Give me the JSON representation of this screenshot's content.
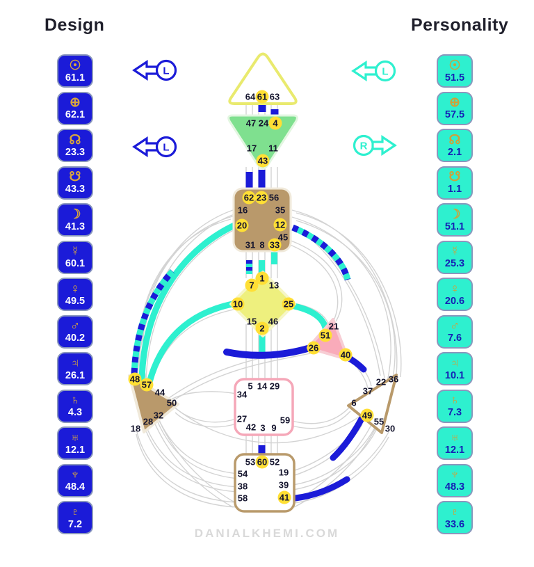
{
  "header": {
    "design_title": "Design",
    "personality_title": "Personality"
  },
  "footer": {
    "watermark": "DANIALKHEMI.COM"
  },
  "colors": {
    "design_blue": "#1b1bd8",
    "personality_cyan": "#2ef0cf",
    "gate_highlight": "#ffdf35",
    "throat_fill": "#b9996b",
    "ajna_fill": "#7fe08f",
    "g_fill": "#eef07e",
    "heart_fill": "#f9abba",
    "spleen_fill": "#b9996b",
    "head_outline": "#e9ea6e",
    "sacral_outline": "#f5a7b8",
    "root_outline": "#b99a6b"
  },
  "arrows": {
    "design": [
      {
        "label": "L",
        "direction": "left"
      },
      {
        "label": "L",
        "direction": "left"
      }
    ],
    "personality": [
      {
        "label": "L",
        "direction": "left"
      },
      {
        "label": "R",
        "direction": "right"
      }
    ]
  },
  "design_column": {
    "planets": [
      {
        "name": "sun",
        "glyph": "☉",
        "value": "61.1"
      },
      {
        "name": "earth",
        "glyph": "⊕",
        "value": "62.1"
      },
      {
        "name": "north-node",
        "glyph": "☊",
        "value": "23.3"
      },
      {
        "name": "south-node",
        "glyph": "☋",
        "value": "43.3"
      },
      {
        "name": "moon",
        "glyph": "☽",
        "value": "41.3"
      },
      {
        "name": "mercury",
        "glyph": "☿",
        "value": "60.1"
      },
      {
        "name": "venus",
        "glyph": "♀",
        "value": "49.5"
      },
      {
        "name": "mars",
        "glyph": "♂",
        "value": "40.2"
      },
      {
        "name": "jupiter",
        "glyph": "♃",
        "value": "26.1"
      },
      {
        "name": "saturn",
        "glyph": "♄",
        "value": "4.3"
      },
      {
        "name": "uranus",
        "glyph": "♅",
        "value": "12.1"
      },
      {
        "name": "neptune",
        "glyph": "♆",
        "value": "48.4"
      },
      {
        "name": "pluto",
        "glyph": "♇",
        "value": "7.2"
      }
    ]
  },
  "personality_column": {
    "planets": [
      {
        "name": "sun",
        "glyph": "☉",
        "value": "51.5"
      },
      {
        "name": "earth",
        "glyph": "⊕",
        "value": "57.5"
      },
      {
        "name": "north-node",
        "glyph": "☊",
        "value": "2.1"
      },
      {
        "name": "south-node",
        "glyph": "☋",
        "value": "1.1"
      },
      {
        "name": "moon",
        "glyph": "☽",
        "value": "51.1"
      },
      {
        "name": "mercury",
        "glyph": "☿",
        "value": "25.3"
      },
      {
        "name": "venus",
        "glyph": "♀",
        "value": "20.6"
      },
      {
        "name": "mars",
        "glyph": "♂",
        "value": "7.6"
      },
      {
        "name": "jupiter",
        "glyph": "♃",
        "value": "10.1"
      },
      {
        "name": "saturn",
        "glyph": "♄",
        "value": "7.3"
      },
      {
        "name": "uranus",
        "glyph": "♅",
        "value": "12.1"
      },
      {
        "name": "neptune",
        "glyph": "♆",
        "value": "48.3"
      },
      {
        "name": "pluto",
        "glyph": "♇",
        "value": "33.6"
      }
    ]
  },
  "graph": {
    "centers": {
      "head": {
        "gates": [
          {
            "n": "64",
            "active": false
          },
          {
            "n": "61",
            "active": true
          },
          {
            "n": "63",
            "active": false
          }
        ]
      },
      "ajna": {
        "gates": [
          {
            "n": "47",
            "active": false
          },
          {
            "n": "24",
            "active": false
          },
          {
            "n": "4",
            "active": true
          },
          {
            "n": "17",
            "active": false
          },
          {
            "n": "11",
            "active": false
          },
          {
            "n": "43",
            "active": true
          }
        ]
      },
      "throat": {
        "gates": [
          {
            "n": "62",
            "active": true
          },
          {
            "n": "23",
            "active": true
          },
          {
            "n": "56",
            "active": false
          },
          {
            "n": "16",
            "active": false
          },
          {
            "n": "35",
            "active": false
          },
          {
            "n": "20",
            "active": true
          },
          {
            "n": "12",
            "active": true
          },
          {
            "n": "45",
            "active": false
          },
          {
            "n": "31",
            "active": false
          },
          {
            "n": "8",
            "active": false
          },
          {
            "n": "33",
            "active": true
          }
        ]
      },
      "g": {
        "gates": [
          {
            "n": "1",
            "active": true
          },
          {
            "n": "7",
            "active": true
          },
          {
            "n": "13",
            "active": false
          },
          {
            "n": "10",
            "active": true
          },
          {
            "n": "25",
            "active": true
          },
          {
            "n": "15",
            "active": false
          },
          {
            "n": "46",
            "active": false
          },
          {
            "n": "2",
            "active": true
          }
        ]
      },
      "heart": {
        "gates": [
          {
            "n": "21",
            "active": false
          },
          {
            "n": "51",
            "active": true
          },
          {
            "n": "26",
            "active": true
          },
          {
            "n": "40",
            "active": true
          }
        ]
      },
      "spleen": {
        "gates": [
          {
            "n": "48",
            "active": true
          },
          {
            "n": "57",
            "active": true
          },
          {
            "n": "44",
            "active": false
          },
          {
            "n": "50",
            "active": false
          },
          {
            "n": "32",
            "active": false
          },
          {
            "n": "28",
            "active": false
          },
          {
            "n": "18",
            "active": false
          }
        ]
      },
      "solar_plexus": {
        "gates": [
          {
            "n": "36",
            "active": false
          },
          {
            "n": "22",
            "active": false
          },
          {
            "n": "37",
            "active": false
          },
          {
            "n": "6",
            "active": false
          },
          {
            "n": "49",
            "active": true
          },
          {
            "n": "55",
            "active": false
          },
          {
            "n": "30",
            "active": false
          }
        ]
      },
      "sacral": {
        "gates": [
          {
            "n": "5",
            "active": false
          },
          {
            "n": "14",
            "active": false
          },
          {
            "n": "29",
            "active": false
          },
          {
            "n": "34",
            "active": false
          },
          {
            "n": "27",
            "active": false
          },
          {
            "n": "59",
            "active": false
          },
          {
            "n": "42",
            "active": false
          },
          {
            "n": "3",
            "active": false
          },
          {
            "n": "9",
            "active": false
          }
        ]
      },
      "root": {
        "gates": [
          {
            "n": "53",
            "active": false
          },
          {
            "n": "60",
            "active": true
          },
          {
            "n": "52",
            "active": false
          },
          {
            "n": "54",
            "active": false
          },
          {
            "n": "19",
            "active": false
          },
          {
            "n": "38",
            "active": false
          },
          {
            "n": "39",
            "active": false
          },
          {
            "n": "58",
            "active": false
          },
          {
            "n": "41",
            "active": true
          }
        ]
      }
    }
  }
}
